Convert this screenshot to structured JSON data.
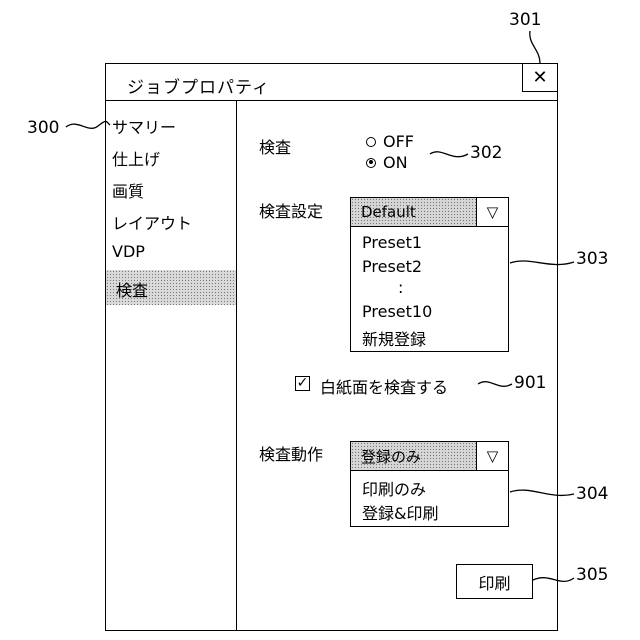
{
  "dialog": {
    "title": "ジョブプロパティ",
    "close_glyph": "✕"
  },
  "sidebar": {
    "items": [
      {
        "label": "サマリー"
      },
      {
        "label": "仕上げ"
      },
      {
        "label": "画質"
      },
      {
        "label": "レイアウト"
      },
      {
        "label": "VDP"
      },
      {
        "label": "検査",
        "selected": true
      }
    ]
  },
  "inspection": {
    "label": "検査",
    "options": [
      "OFF",
      "ON"
    ],
    "selected": "ON"
  },
  "inspection_settings": {
    "label": "検査設定",
    "selected": "Default",
    "arrow": "▽",
    "options": [
      "Preset1",
      "Preset2",
      ":",
      "Preset10",
      "新規登録"
    ]
  },
  "blank_check": {
    "label": "白紙面を検査する",
    "checked": true,
    "check_glyph": "✓"
  },
  "inspection_action": {
    "label": "検査動作",
    "selected": "登録のみ",
    "arrow": "▽",
    "options": [
      "印刷のみ",
      "登録&印刷"
    ]
  },
  "print_button": {
    "label": "印刷"
  },
  "reference_numerals": {
    "r300": "300",
    "r301": "301",
    "r302": "302",
    "r303": "303",
    "r304": "304",
    "r305": "305",
    "r901": "901"
  },
  "icons": {
    "close": "close-icon",
    "dropdown": "dropdown-arrow-icon",
    "checkbox": "checkmark-icon"
  }
}
